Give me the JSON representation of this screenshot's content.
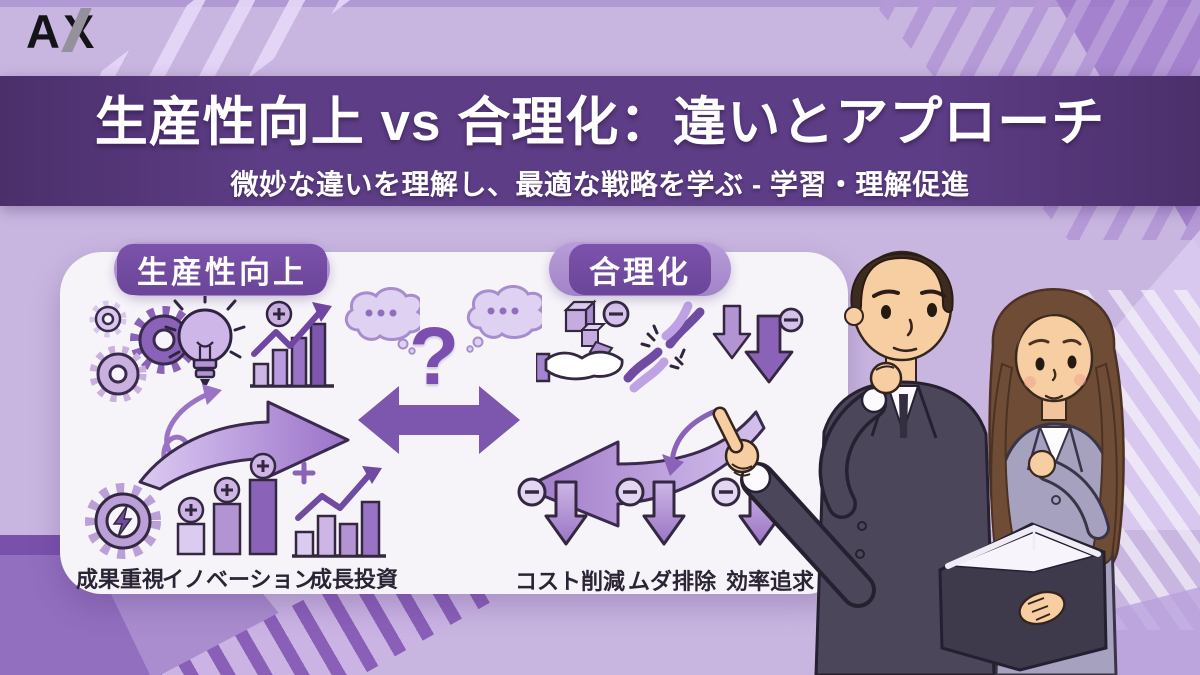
{
  "logo": {
    "text": "AX"
  },
  "header": {
    "title": "生産性向上 vs 合理化：違いとアプローチ",
    "subtitle": "微妙な違いを理解し、最適な戦略を学ぶ - 学習・理解促進"
  },
  "diagram": {
    "center": {
      "question_mark": "?"
    },
    "left": {
      "badge": "生産性向上",
      "top_icons": [
        "gears-icon",
        "lightbulb-icon",
        "bar-chart-up-arrow-icon"
      ],
      "items": [
        {
          "label": "成果重視",
          "icon": "gear-lightning-icon"
        },
        {
          "label": "イノベーション",
          "icon": "rising-bars-plus-icon"
        },
        {
          "label": "成長投資",
          "icon": "growth-chart-plus-icon"
        }
      ]
    },
    "right": {
      "badge": "合理化",
      "top_icons": [
        "hand-boxes-minus-icon",
        "cut-link-icon",
        "down-arrows-minus-icon"
      ],
      "items": [
        {
          "label": "コスト削減",
          "icon": "down-arrow-minus-icon"
        },
        {
          "label": "ムダ排除",
          "icon": "down-arrow-minus-icon"
        },
        {
          "label": "効率追求",
          "icon": "down-arrow-minus-icon"
        }
      ]
    }
  },
  "colors": {
    "background": "#c9b6e0",
    "banner": "#5d3d85",
    "panel": "#f6f3f9",
    "accent_purple": "#7d56ad",
    "badge_outer": "#aa8ccd",
    "badge_inner": "#6f4aa0",
    "label_text": "#2b2435"
  }
}
